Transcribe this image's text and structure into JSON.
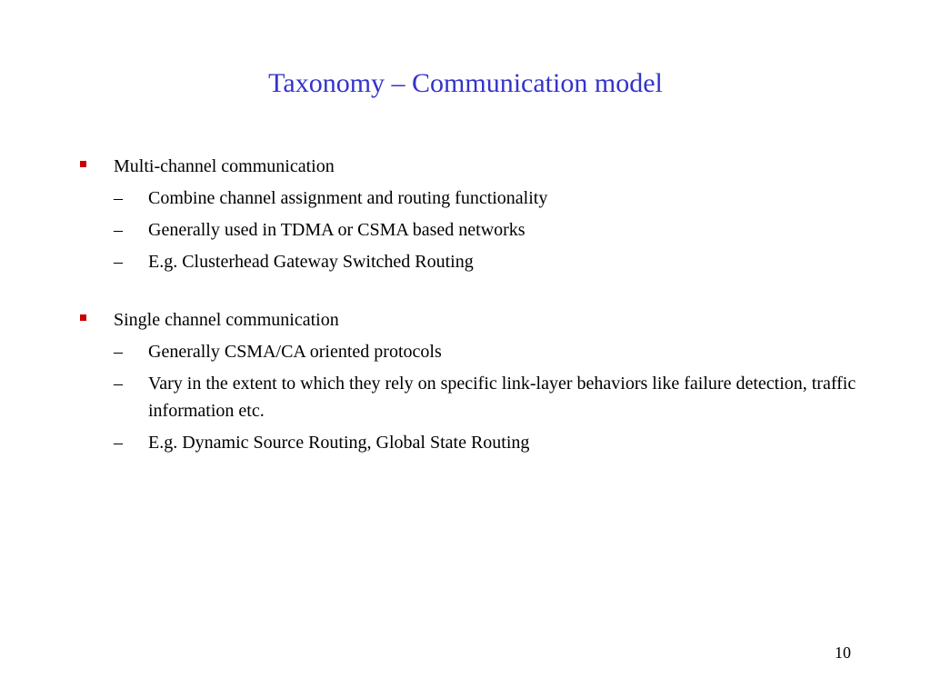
{
  "slide": {
    "title": "Taxonomy – Communication model",
    "page_number": "10",
    "accent_color": "#3333cc",
    "bullet_color": "#cc0000",
    "bullet_icon": "square-bullet",
    "dash": "–",
    "sections": [
      {
        "heading": "Multi-channel communication",
        "items": [
          "Combine channel assignment and routing functionality",
          "Generally used in TDMA or CSMA based networks",
          "E.g. Clusterhead Gateway Switched Routing"
        ]
      },
      {
        "heading": "Single channel communication",
        "items": [
          "Generally CSMA/CA oriented protocols",
          "Vary in the extent to which they rely on specific link-layer behaviors like failure detection, traffic information etc.",
          "E.g. Dynamic Source Routing, Global State Routing"
        ]
      }
    ]
  }
}
